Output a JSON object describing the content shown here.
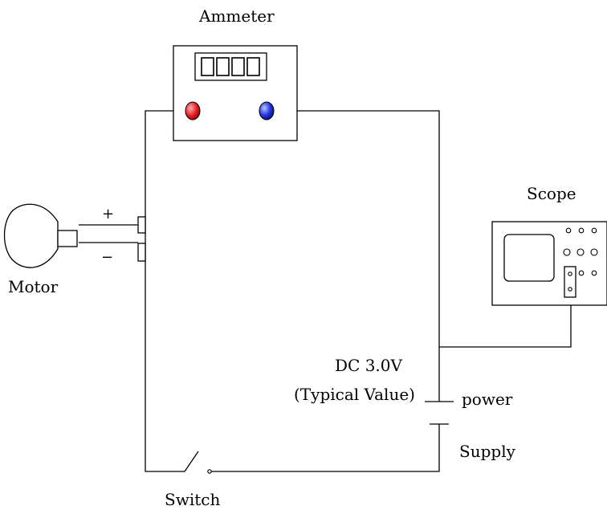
{
  "ammeter": {
    "title": "Ammeter",
    "digits": [
      "0",
      "0",
      "0",
      "0"
    ],
    "terminal_left_color": "#e8202a",
    "terminal_right_color": "#2233dd"
  },
  "motor": {
    "label": "Motor",
    "plus_sign": "+",
    "minus_sign": "−"
  },
  "scope": {
    "label": "Scope"
  },
  "power": {
    "line1": "DC 3.0V",
    "line2": "(Typical Value)",
    "word1": "power",
    "word2": "Supply"
  },
  "switch": {
    "label": "Switch"
  }
}
